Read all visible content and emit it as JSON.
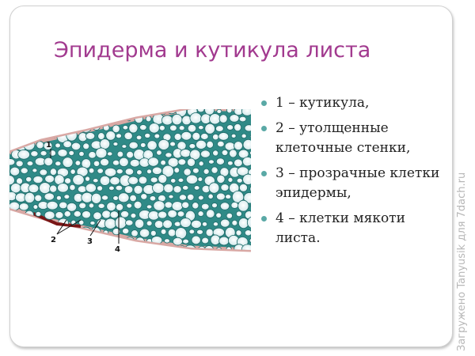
{
  "slide": {
    "title": "Эпидерма и кутикула листа",
    "bullets": [
      {
        "text": "1 – кутикула,"
      },
      {
        "text": "2 – утолщенные клеточные стенки,"
      },
      {
        "text": "3 – прозрачные клетки эпидермы,"
      },
      {
        "text": "4 – клетки мякоти листа."
      }
    ],
    "accent_color": "#a23a8f",
    "bullet_color": "#5aa9a6"
  },
  "figure": {
    "labels": [
      "1",
      "2",
      "3",
      "4"
    ]
  },
  "watermark": {
    "text": "Загружено Tanyusik для 7dach.ru"
  }
}
